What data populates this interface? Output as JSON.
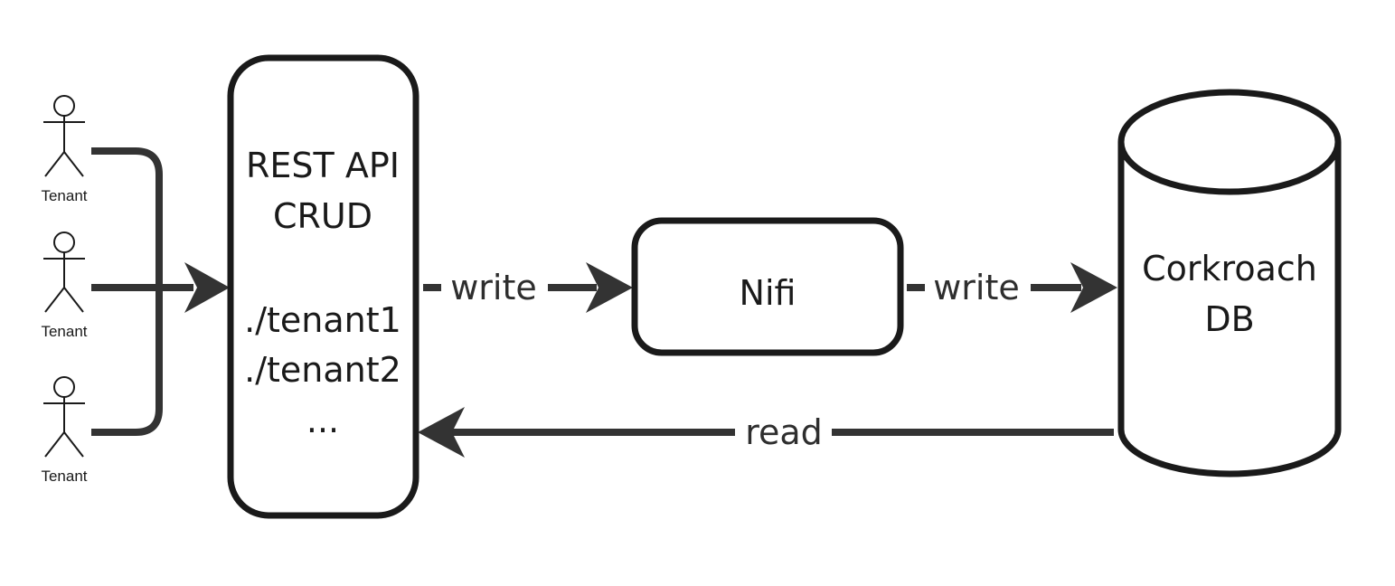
{
  "diagram": {
    "actors": [
      {
        "label": "Tenant"
      },
      {
        "label": "Tenant"
      },
      {
        "label": "Tenant"
      }
    ],
    "api_box": {
      "lines": [
        "REST API",
        "CRUD",
        "",
        "./tenant1",
        "./tenant2",
        "..."
      ]
    },
    "nifi_box": {
      "label": "Nifi"
    },
    "database": {
      "lines": [
        "Corkroach",
        "DB"
      ]
    },
    "edges": {
      "api_to_nifi": "write",
      "nifi_to_db": "write",
      "db_to_api": "read"
    },
    "colors": {
      "stroke": "#1a1a1a",
      "arrow": "#333333",
      "background": "#ffffff"
    }
  }
}
